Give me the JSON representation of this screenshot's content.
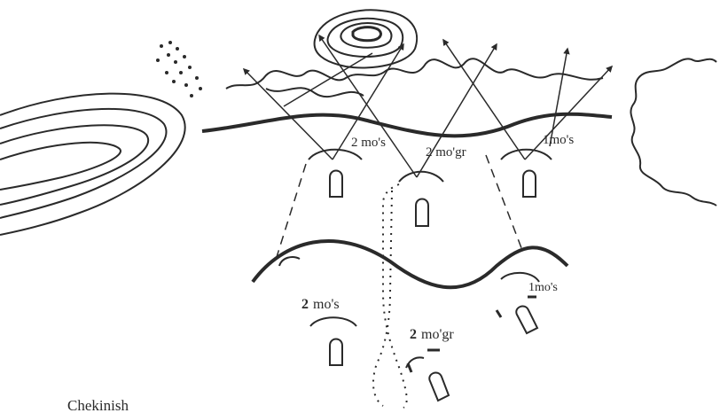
{
  "labels": {
    "front_left": "2 mo's",
    "front_center": "2 mo'gr",
    "front_right": "1mo's",
    "rear_left_num": "2",
    "rear_left_unit": "mo's",
    "rear_right": "1mo's",
    "rear_center_num": "2",
    "rear_center_unit": "mo'gr",
    "caption": "Chekinish"
  },
  "colors": {
    "ink": "#2a2a2a",
    "background": "#ffffff"
  }
}
